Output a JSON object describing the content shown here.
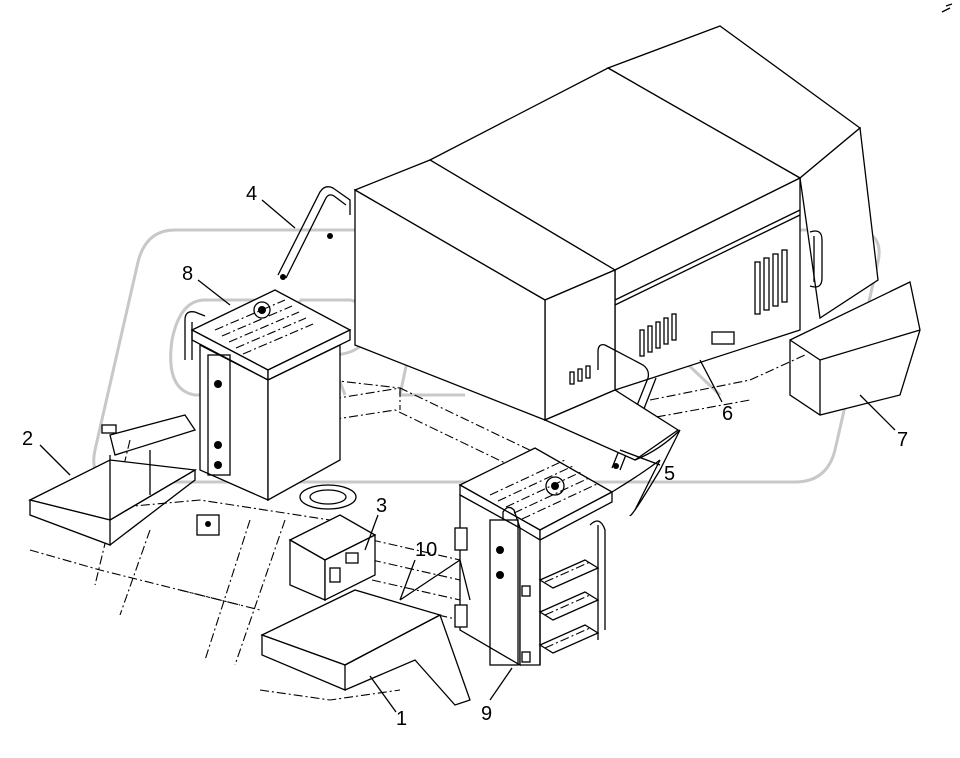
{
  "diagram": {
    "watermark_text": "OREX",
    "callouts": [
      {
        "id": "c1",
        "label": "1"
      },
      {
        "id": "c2",
        "label": "2"
      },
      {
        "id": "c3",
        "label": "3"
      },
      {
        "id": "c4",
        "label": "4"
      },
      {
        "id": "c5",
        "label": "5"
      },
      {
        "id": "c6",
        "label": "6"
      },
      {
        "id": "c7",
        "label": "7"
      },
      {
        "id": "c8",
        "label": "8"
      },
      {
        "id": "c9",
        "label": "9"
      },
      {
        "id": "c10",
        "label": "10"
      }
    ]
  },
  "colors": {
    "line": "#000000",
    "watermark": "#c8c8c8",
    "background": "#ffffff"
  }
}
